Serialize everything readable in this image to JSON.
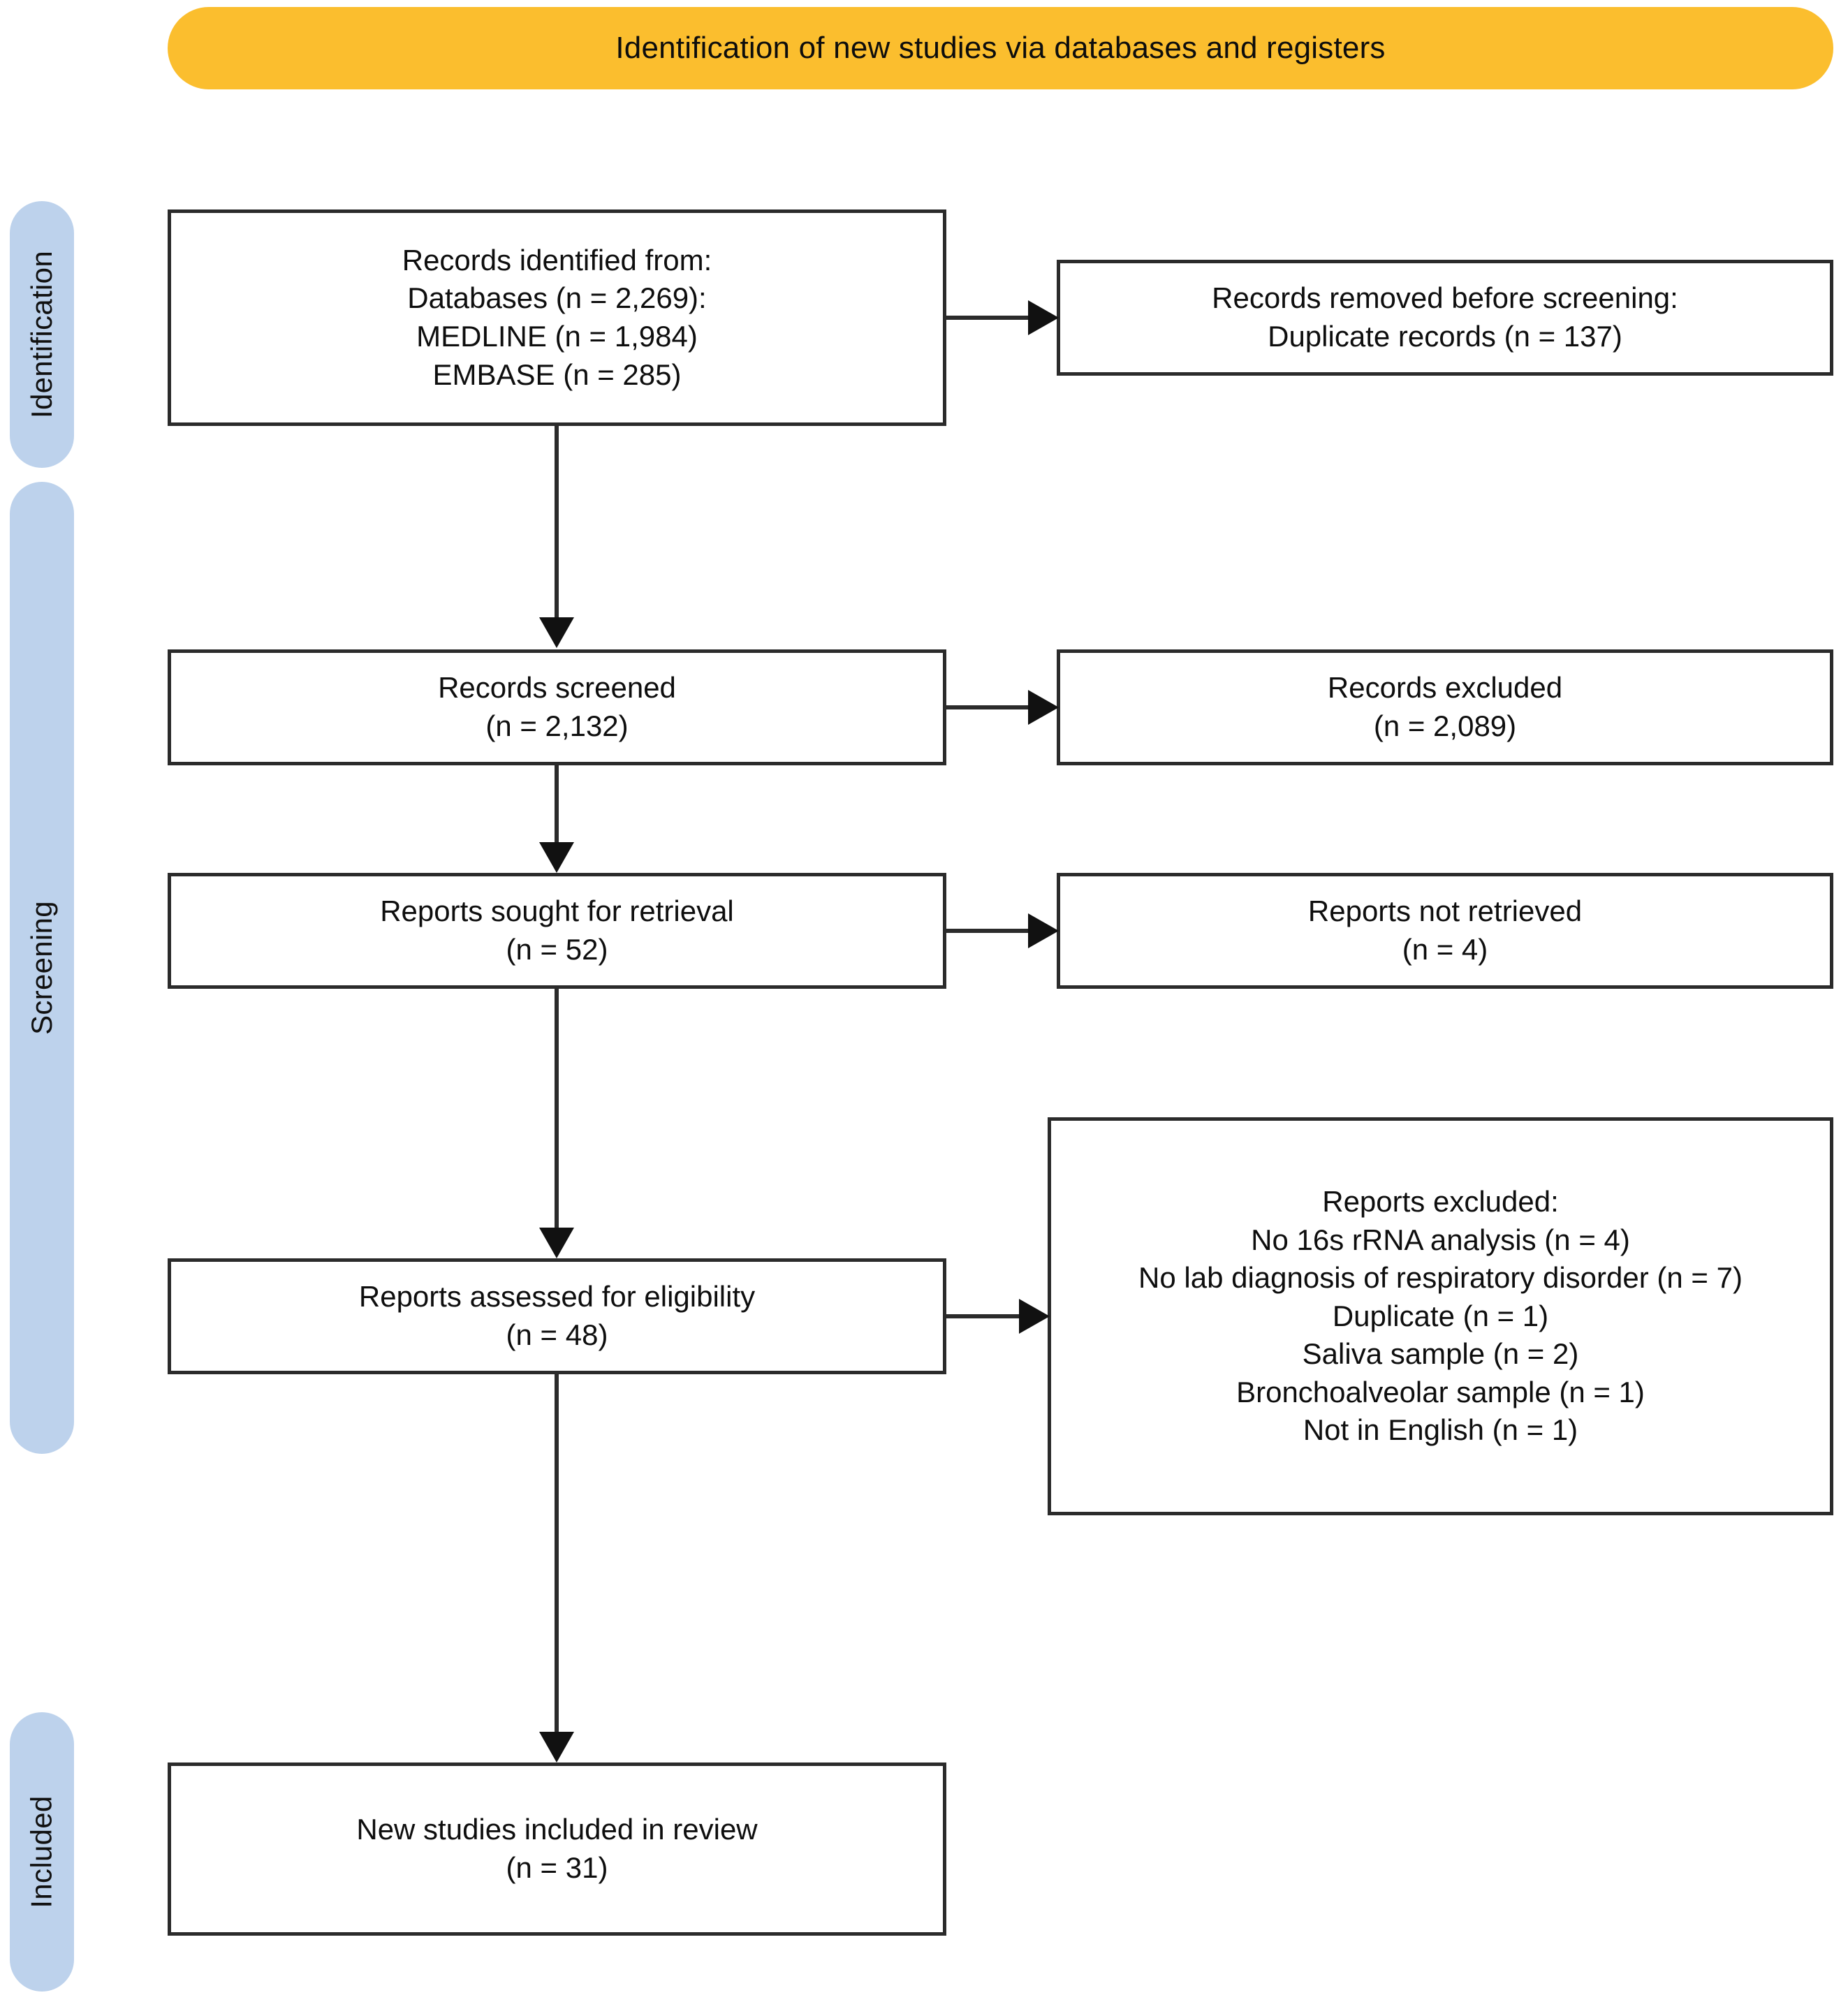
{
  "banner": {
    "title": "Identification of new studies via databases and registers",
    "color": "#FBBE2E"
  },
  "stages": {
    "color": "#BDD2EC",
    "identification": "Identification",
    "screening": "Screening",
    "included": "Included"
  },
  "boxes": {
    "identified": {
      "line1": "Records identified from:",
      "line2": "Databases (n = 2,269):",
      "line3": "MEDLINE (n = 1,984)",
      "line4": "EMBASE (n = 285)"
    },
    "removed": {
      "line1": "Records removed before screening:",
      "line2": "Duplicate records (n = 137)"
    },
    "screened": {
      "line1": "Records screened",
      "line2": "(n = 2,132)"
    },
    "records_excluded": {
      "line1": "Records excluded",
      "line2": "(n = 2,089)"
    },
    "sought": {
      "line1": "Reports sought for retrieval",
      "line2": "(n = 52)"
    },
    "not_retrieved": {
      "line1": "Reports not retrieved",
      "line2": "(n = 4)"
    },
    "assessed": {
      "line1": "Reports assessed for eligibility",
      "line2": "(n = 48)"
    },
    "reports_excluded": {
      "line1": "Reports excluded:",
      "line2": "No 16s rRNA analysis (n = 4)",
      "line3": "No lab diagnosis of respiratory disorder (n = 7)",
      "line4": "Duplicate (n = 1)",
      "line5": "Saliva sample (n = 2)",
      "line6": "Bronchoalveolar sample (n = 1)",
      "line7": "Not in English (n = 1)"
    },
    "included_studies": {
      "line1": "New studies included in review",
      "line2": "(n = 31)"
    }
  }
}
